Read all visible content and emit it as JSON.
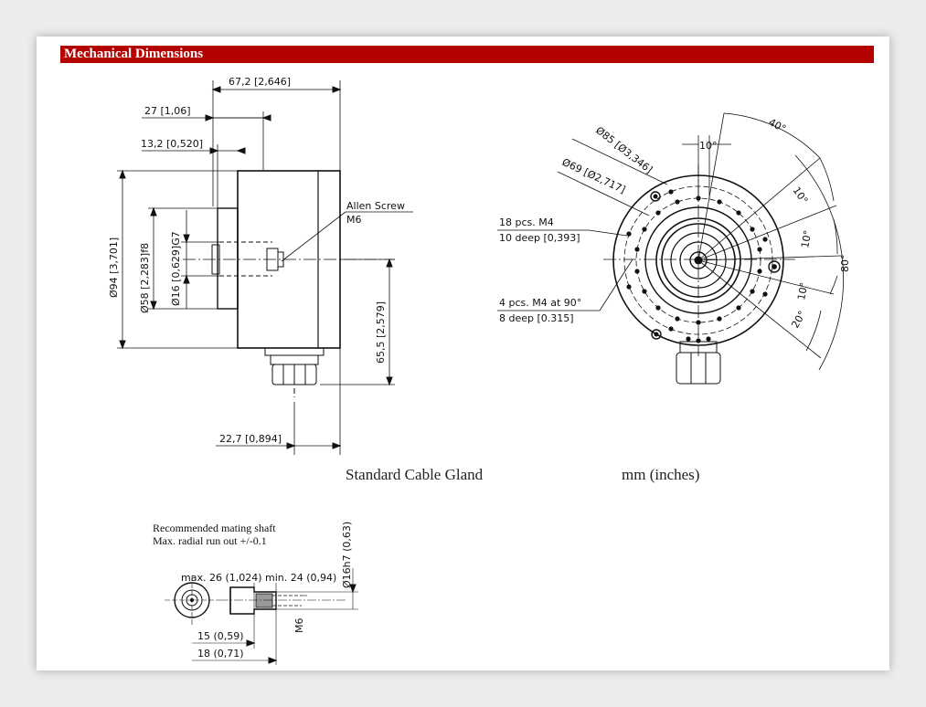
{
  "section": {
    "title": "Mechanical Dimensions"
  },
  "side_view": {
    "dim_overall_length": "67,2 [2,646]",
    "dim_27": "27 [1,06]",
    "dim_13": "13,2 [0,520]",
    "dim_dia94": "Ø94 [3,701]",
    "dim_dia58": "Ø58 [2,283]f8",
    "dim_dia16": "Ø16 [0,629]G7",
    "allen_screw_line1": "Allen Screw",
    "allen_screw_line2": "M6",
    "dim_65": "65,5 [2,579]",
    "dim_22": "22,7 [0,894]"
  },
  "front_view": {
    "dim_dia85": "Ø85 [Ø3,346]",
    "dim_dia69": "Ø69 [Ø2,717]",
    "angle_10_top": "10°",
    "angle_40": "40°",
    "angle_10_a": "10°",
    "angle_10_b": "10°",
    "angle_10_c": "10°",
    "angle_20": "20°",
    "angle_80": "80°",
    "holes1_line1": "18 pcs. M4",
    "holes1_line2": "10 deep [0,393]",
    "holes2_line1": "4 pcs. M4 at 90°",
    "holes2_line2": "8 deep [0.315]"
  },
  "captions": {
    "cable_gland": "Standard Cable Gland",
    "units": "mm (inches)"
  },
  "shaft_view": {
    "note_line1": "Recommended mating shaft",
    "note_line2": "Max. radial run out +/-0.1",
    "dim_max_min": "max. 26 (1,024) min. 24 (0,94)",
    "dim_dia16h7": "Ø16h7 (0,63)",
    "dim_m6": "M6",
    "dim_15": "15 (0,59)",
    "dim_18": "18 (0,71)"
  }
}
